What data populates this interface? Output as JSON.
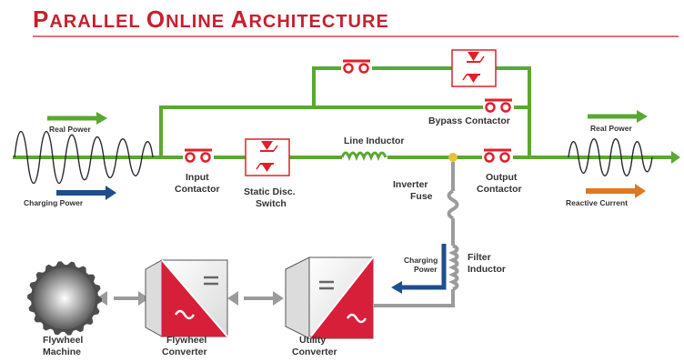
{
  "title": {
    "first_letter": "P",
    "first_rest": "ARALLEL",
    "second_letter": "O",
    "second_rest": "NLINE",
    "third_letter": "A",
    "third_rest": "RCHITECTURE"
  },
  "labels": {
    "real_power_left": "Real Power",
    "charging_power_left": "Charging Power",
    "input_contactor_l1": "Input",
    "input_contactor_l2": "Contactor",
    "static_switch_l1": "Static Disc.",
    "static_switch_l2": "Switch",
    "line_inductor": "Line Inductor",
    "bypass_contactor": "Bypass Contactor",
    "output_contactor_l1": "Output",
    "output_contactor_l2": "Contactor",
    "inverter_fuse_l1": "Inverter",
    "inverter_fuse_l2": "Fuse",
    "filter_inductor_l1": "Filter",
    "filter_inductor_l2": "Inductor",
    "charging_power_mid_l1": "Charging",
    "charging_power_mid_l2": "Power",
    "real_power_right": "Real Power",
    "reactive_current_right": "Reactive Current",
    "flywheel_machine_l1": "Flywheel",
    "flywheel_machine_l2": "Machine",
    "flywheel_converter_l1": "Flywheel",
    "flywheel_converter_l2": "Converter",
    "utility_converter_l1": "Utility",
    "utility_converter_l2": "Converter"
  },
  "colors": {
    "title_red": "#c8202f",
    "bus_green": "#5aa832",
    "contactor_red": "#e0202a",
    "charging_blue": "#1e4e8c",
    "reactive_orange": "#e07820",
    "converter_red": "#d81f3a"
  }
}
